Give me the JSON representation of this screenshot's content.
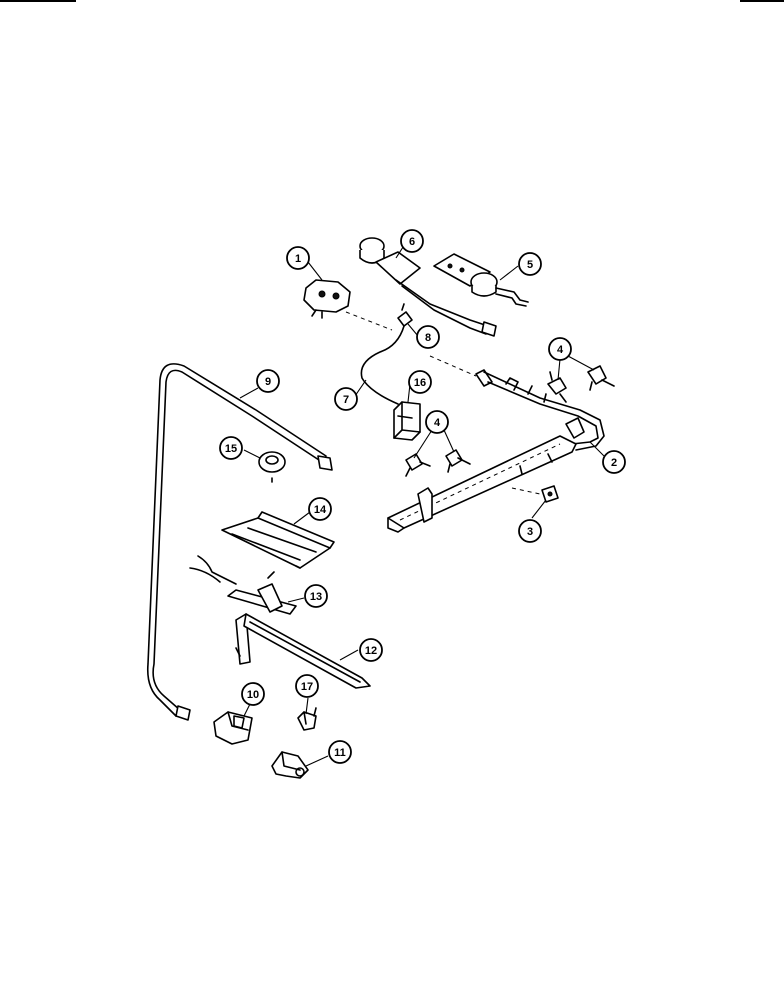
{
  "callouts": {
    "c1": "1",
    "c2": "2",
    "c3": "3",
    "c4a": "4",
    "c4b": "4",
    "c5": "5",
    "c6": "6",
    "c7": "7",
    "c8": "8",
    "c9": "9",
    "c10": "10",
    "c11": "11",
    "c12": "12",
    "c13": "13",
    "c14": "14",
    "c15": "15",
    "c16": "16",
    "c17": "17"
  }
}
